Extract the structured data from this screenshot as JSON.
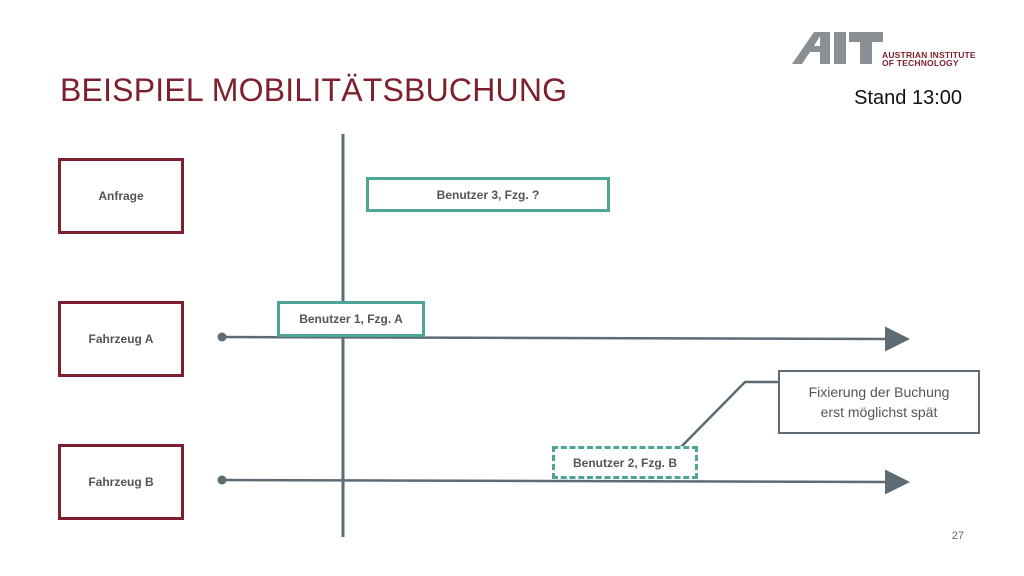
{
  "slide": {
    "title": "BEISPIEL MOBILITÄTSBUCHUNG",
    "stand": "Stand 13:00",
    "page_number": "27"
  },
  "logo": {
    "wordmark": "AIT",
    "line1": "AUSTRIAN INSTITUTE",
    "line2": "OF TECHNOLOGY"
  },
  "rows": [
    {
      "label": "Anfrage"
    },
    {
      "label": "Fahrzeug A"
    },
    {
      "label": "Fahrzeug B"
    }
  ],
  "bookings": [
    {
      "label": "Benutzer 3, Fzg. ?",
      "style": "solid"
    },
    {
      "label": "Benutzer 1, Fzg. A",
      "style": "solid"
    },
    {
      "label": "Benutzer 2, Fzg. B",
      "style": "dashed"
    }
  ],
  "note": {
    "line1": "Fixierung der Buchung",
    "line2": "erst möglichst spät"
  },
  "colors": {
    "brand": "#7d1f2c",
    "booking": "#4da598",
    "axis": "#5c6b74"
  }
}
